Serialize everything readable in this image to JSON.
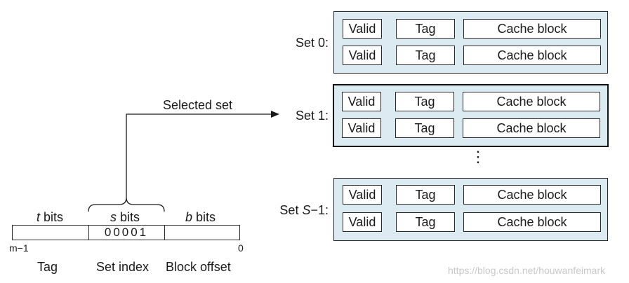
{
  "address": {
    "field_labels": {
      "tag_bits": "t bits",
      "set_bits": "s bits",
      "offset_bits": "b bits"
    },
    "field_labels_parts": {
      "t": "t",
      "t_rest": " bits",
      "s": "s",
      "s_rest": " bits",
      "b": "b",
      "b_rest": " bits"
    },
    "set_index_value": "00001",
    "high_bit": "m−1",
    "low_bit": "0",
    "field_names": {
      "tag": "Tag",
      "set_index": "Set index",
      "block_offset": "Block offset"
    }
  },
  "selected_label": "Selected set",
  "sets": [
    {
      "label": "Set 0:",
      "selected": false,
      "lines": [
        {
          "valid": "Valid",
          "tag": "Tag",
          "block": "Cache block"
        },
        {
          "valid": "Valid",
          "tag": "Tag",
          "block": "Cache block"
        }
      ]
    },
    {
      "label": "Set 1:",
      "selected": true,
      "lines": [
        {
          "valid": "Valid",
          "tag": "Tag",
          "block": "Cache block"
        },
        {
          "valid": "Valid",
          "tag": "Tag",
          "block": "Cache block"
        }
      ]
    },
    {
      "label_prefix": "Set ",
      "label_var": "S",
      "label_suffix": "−1:",
      "selected": false,
      "lines": [
        {
          "valid": "Valid",
          "tag": "Tag",
          "block": "Cache block"
        },
        {
          "valid": "Valid",
          "tag": "Tag",
          "block": "Cache block"
        }
      ]
    }
  ],
  "ellipsis": "⋮",
  "watermark": "https://blog.csdn.net/houwanfeimark",
  "colors": {
    "set_fill": "#dcebf2",
    "cell_fill": "#ffffff",
    "stroke": "#2a2a2a"
  }
}
